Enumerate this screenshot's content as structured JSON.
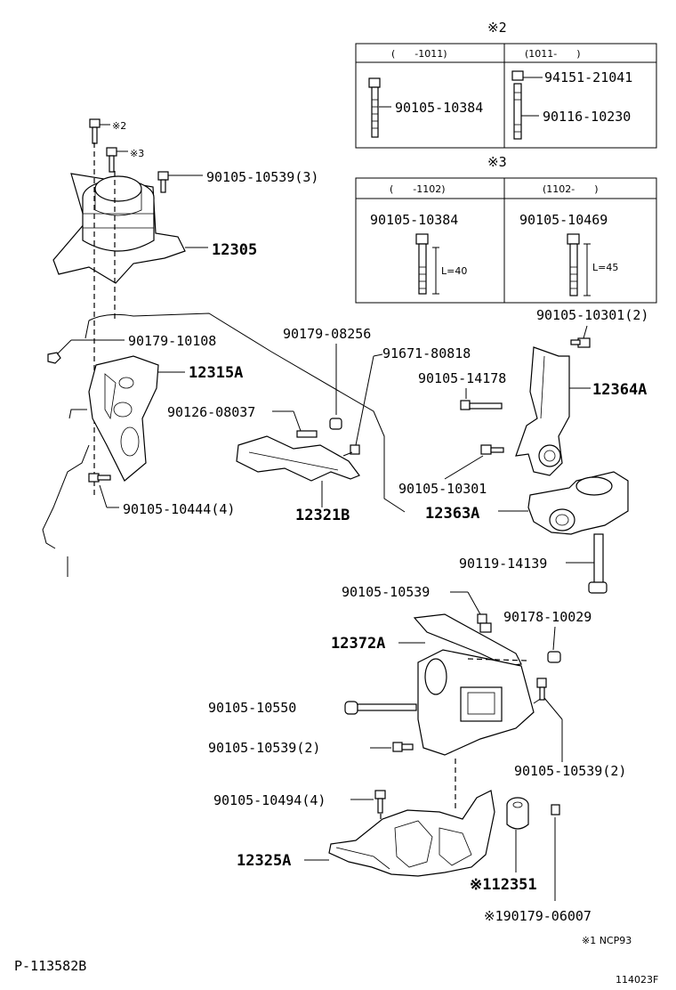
{
  "legend_top": {
    "mark": "※2",
    "col_left_header": "(　　-1011)",
    "col_right_header": "(1011-　　)",
    "left_part": "90105-10384",
    "right_part_top": "94151-21041",
    "right_part_bottom": "90116-10230"
  },
  "legend_mid": {
    "mark": "※3",
    "col_left_header": "(　　-1102)",
    "col_right_header": "(1102-　　)",
    "left_part": "90105-10384",
    "right_part": "90105-10469",
    "left_length": "L=40",
    "right_length": "L=45"
  },
  "labels": {
    "bolt_note2": "※2",
    "bolt_note3": "※3",
    "p_90105_10539_3": "90105-10539(3)",
    "p_12305": "12305",
    "p_90179_10108": "90179-10108",
    "p_12315A": "12315A",
    "p_90105_10444_4": "90105-10444(4)",
    "p_90179_08256": "90179-08256",
    "p_91671_80818": "91671-80818",
    "p_90126_08037": "90126-08037",
    "p_12321B": "12321B",
    "p_90105_10301_2": "90105-10301(2)",
    "p_90105_14178": "90105-14178",
    "p_12364A": "12364A",
    "p_90105_10301": "90105-10301",
    "p_12363A": "12363A",
    "p_90119_14139": "90119-14139",
    "p_90105_10539": "90105-10539",
    "p_90178_10029": "90178-10029",
    "p_12372A": "12372A",
    "p_90105_10550": "90105-10550",
    "p_90105_10539_2a": "90105-10539(2)",
    "p_90105_10539_2b": "90105-10539(2)",
    "p_90105_10494_4": "90105-10494(4)",
    "p_12325A": "12325A",
    "p_12351": "※112351",
    "p_90179_06007": "※190179-06007",
    "note_ncp93": "※1 NCP93"
  },
  "footer": {
    "ref_left": "P-113582B",
    "ref_right": "114023F"
  }
}
